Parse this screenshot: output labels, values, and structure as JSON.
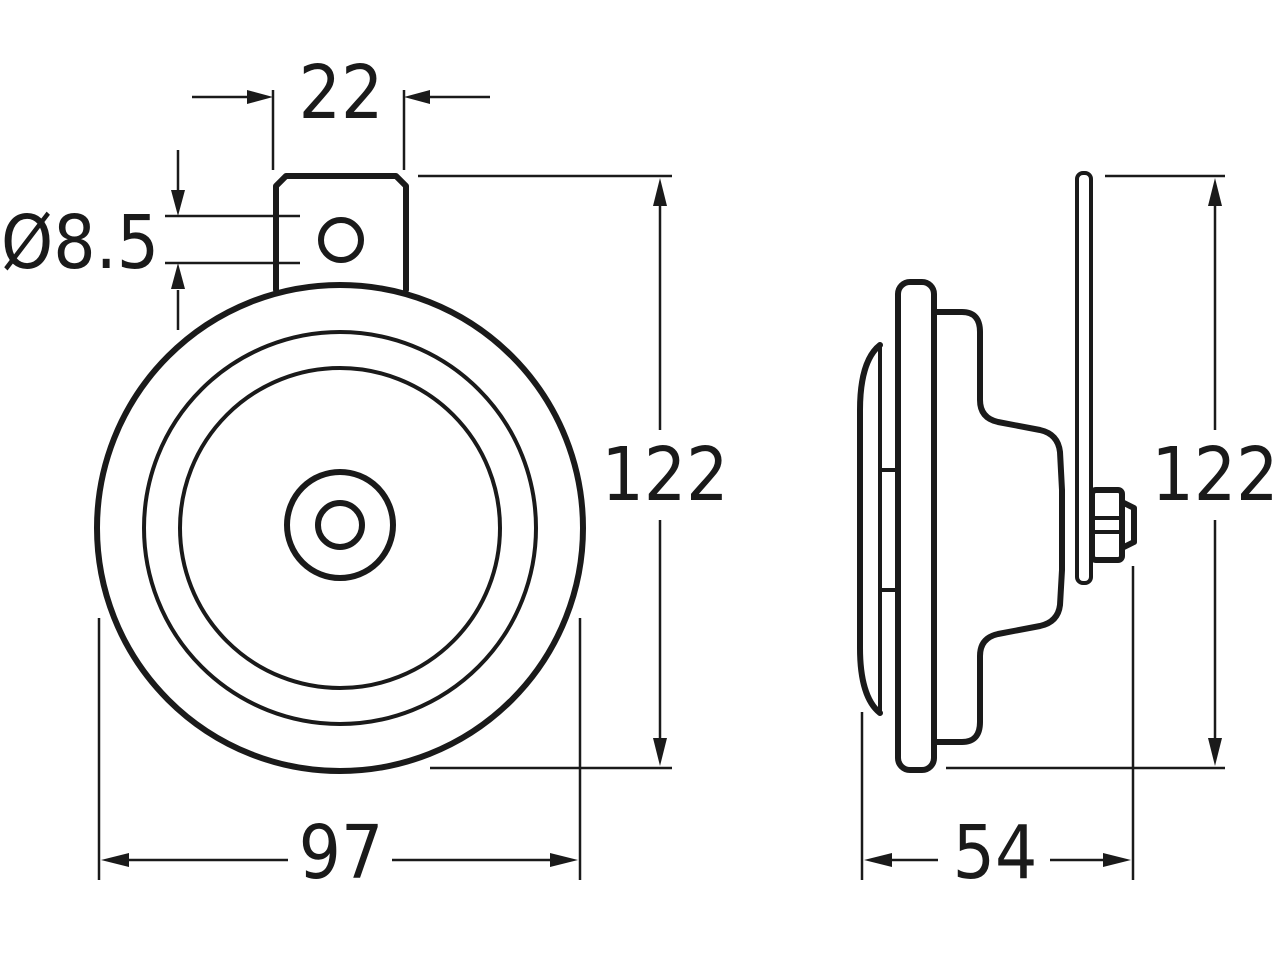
{
  "drawing": {
    "front_view": {
      "tab_width": "22",
      "hole_diameter": "Ø8.5",
      "height": "122",
      "width": "97"
    },
    "side_view": {
      "height": "122",
      "depth": "54"
    },
    "line_color": "#1a1a1a",
    "background": "#ffffff"
  }
}
